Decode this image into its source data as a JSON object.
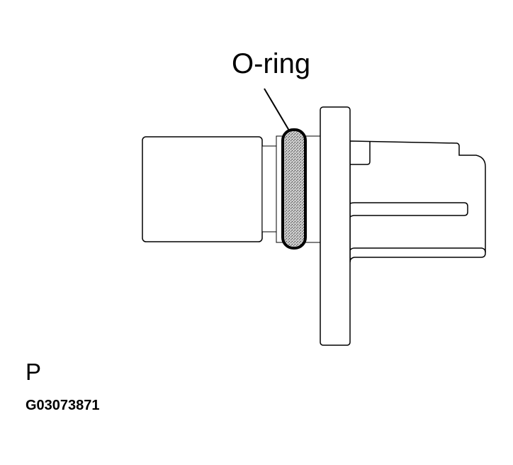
{
  "labels": {
    "o_ring": "O-ring",
    "view_letter": "P",
    "figure_code": "G03073871"
  },
  "colors": {
    "line": "#000000",
    "o_ring_fill": "#9a9a9a",
    "background": "#ffffff"
  }
}
